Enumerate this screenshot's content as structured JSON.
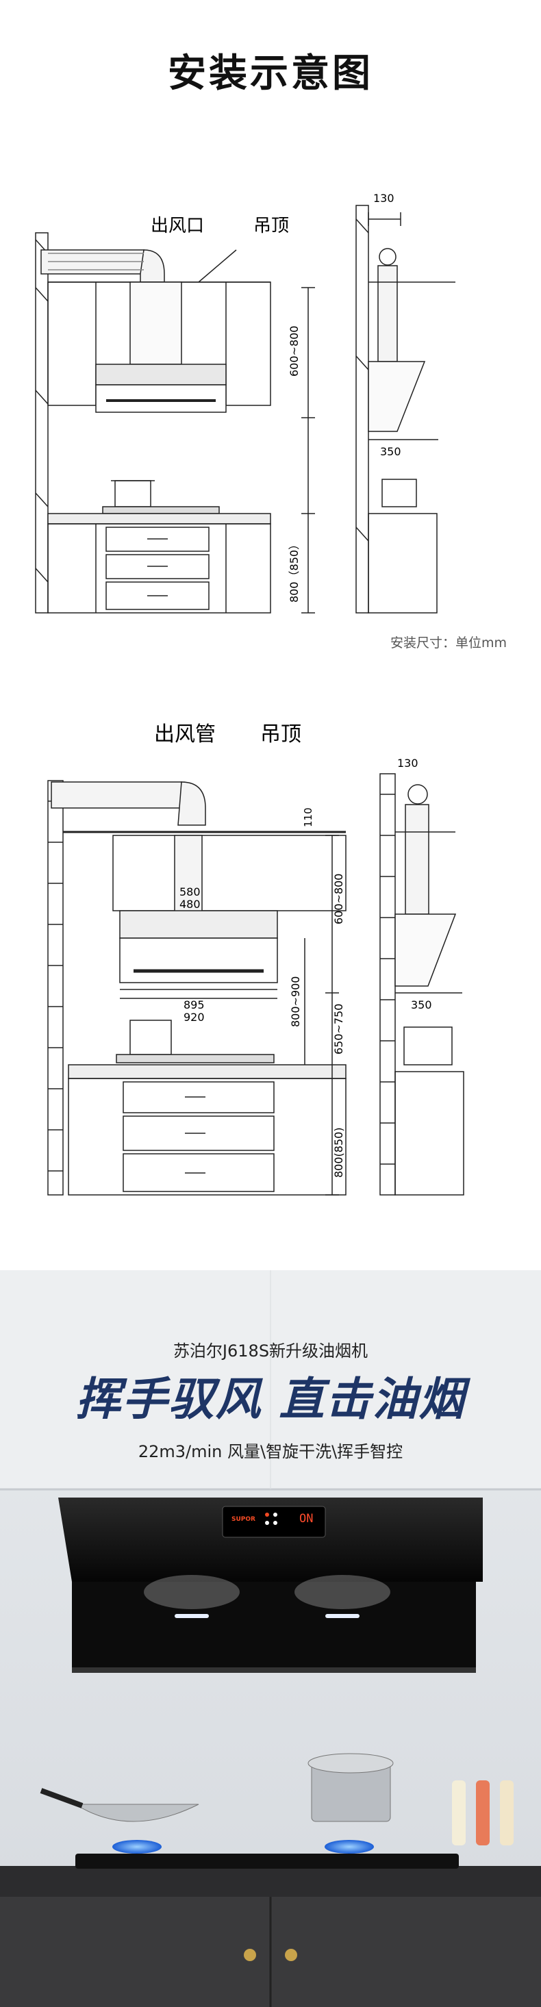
{
  "title": "安装示意图",
  "diagram1": {
    "outlet_label": "出风口",
    "ceiling_label": "吊顶",
    "dim_130": "130",
    "dim_600_800": "600~800",
    "dim_800_850": "800（850）",
    "dim_350": "350",
    "unit_note": "安装尺寸：单位mm"
  },
  "diagram2": {
    "duct_label": "出风管",
    "ceiling_label": "吊顶",
    "dim_130": "130",
    "dim_110": "110",
    "dim_580": "580",
    "dim_480": "480",
    "dim_600_800": "600~800",
    "dim_800_900": "800~900",
    "dim_650_750": "650~750",
    "dim_895": "895",
    "dim_920": "920",
    "dim_800_850": "800(850)",
    "dim_350": "350"
  },
  "product": {
    "subtitle": "苏泊尔J618S新升级油烟机",
    "slogan": "挥手驭风 直击油烟",
    "features": "22m3/min 风量\\智旋干洗\\挥手智控",
    "brand": "SUPOR",
    "display": "ON"
  },
  "colors": {
    "slogan": "#1e3566",
    "hood_black": "#111111",
    "counter": "#2c2c2e",
    "cabinet": "#3a3a3c"
  }
}
